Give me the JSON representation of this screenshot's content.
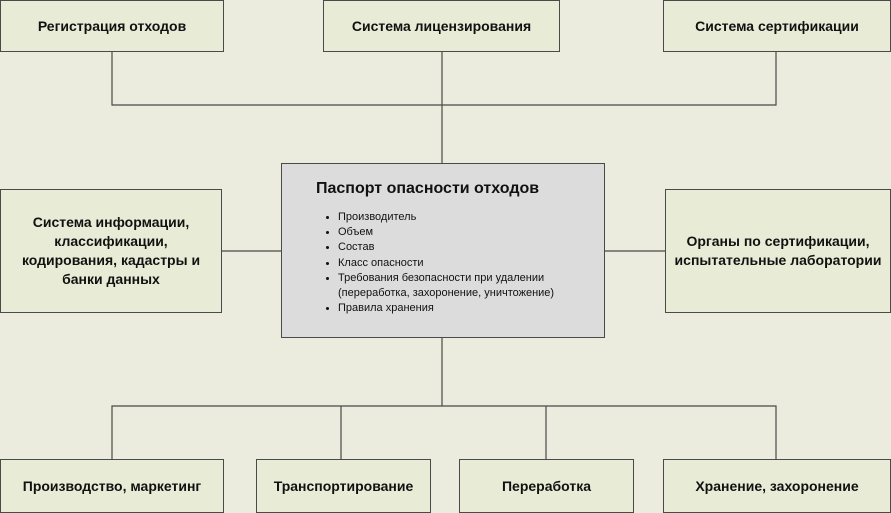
{
  "top": {
    "left": "Регистрация отходов",
    "middle": "Система лицензирования",
    "right": "Система сертификации"
  },
  "middle": {
    "left": "Система информации, классификации, кодирования, кадастры и банки данных",
    "right": "Органы по сертификации, испытательные лаборатории"
  },
  "center": {
    "title": "Паспорт опасности отходов",
    "items": [
      "Производитель",
      "Объем",
      "Состав",
      "Класс опасности",
      "Требования безопасности при удалении (переработка, захоронение, уничтожение)",
      "Правила хранения"
    ]
  },
  "bottom": {
    "b1": "Производство, маркетинг",
    "b2": "Транспортирование",
    "b3": "Переработка",
    "b4": "Хранение, захоронение"
  }
}
